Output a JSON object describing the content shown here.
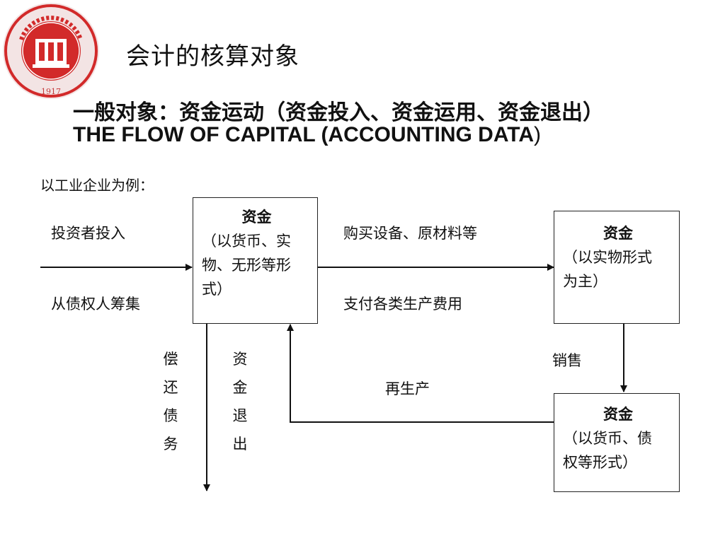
{
  "title": "会计的核算对象",
  "subtitle_cn": "一般对象：资金运动（资金投入、资金运用、资金退出）",
  "subtitle_en": "THE FLOW OF CAPITAL (ACCOUNTING DATA",
  "subtitle_en_close": ")",
  "example_label": "以工业企业为例：",
  "left_labels": {
    "top": "投资者投入",
    "bottom": "从债权人筹集"
  },
  "boxes": {
    "capital_monetary": {
      "head": "资金",
      "line1": "（以货币、实",
      "line2": "物、无形等形",
      "line3": "式）"
    },
    "capital_physical": {
      "head": "资金",
      "line1": "（以实物形式",
      "line2": "为主）"
    },
    "capital_receivable": {
      "head": "资金",
      "line1": "（以货币、债",
      "line2": "权等形式）"
    }
  },
  "middle_labels": {
    "top": "购买设备、原材料等",
    "bottom": "支付各类生产费用"
  },
  "vertical_labels": {
    "repay_debt": [
      "偿",
      "还",
      "债",
      "务"
    ],
    "capital_exit": [
      "资",
      "金",
      "退",
      "出"
    ]
  },
  "sales_label": "销售",
  "reproduction_label": "再生产",
  "logo": {
    "ring_text": "SHANGHAI UNIVERSITY OF FINANCE & ECONOMICS",
    "year": "1917",
    "color": "#d22a2a"
  }
}
